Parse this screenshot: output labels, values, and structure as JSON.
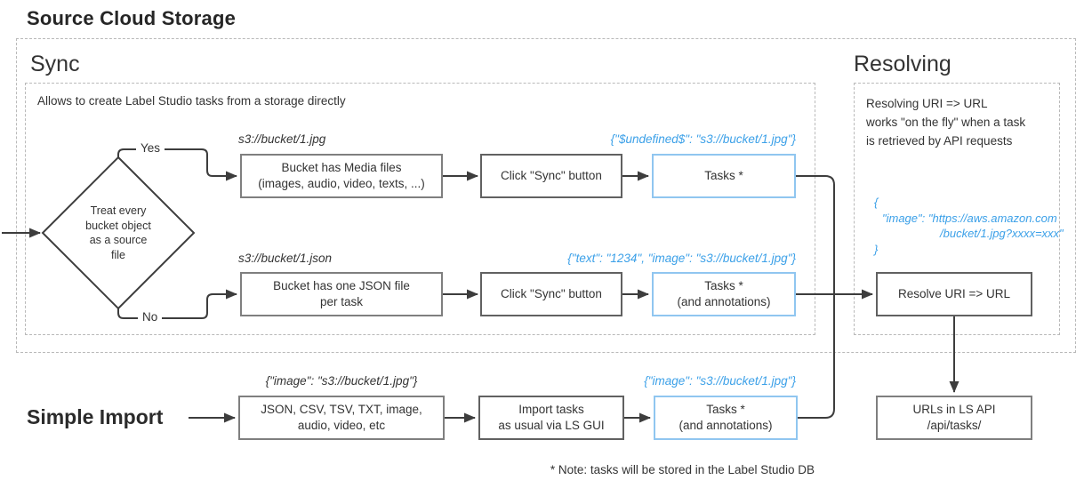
{
  "title": "Source Cloud Storage",
  "footnote": "* Note: tasks will be stored in the Label Studio DB",
  "colors": {
    "accent_blue_text": "#3ba0e8",
    "accent_blue_border": "#90c6f0",
    "box_border_gray": "#7f7f7f",
    "wire_dark": "#3d3d3d",
    "dashed_border": "#b9b9b9"
  },
  "sync": {
    "heading": "Sync",
    "description": "Allows to create Label Studio tasks from a storage directly",
    "decision": {
      "text": "Treat every\nbucket object\nas a source\nfile",
      "yes": "Yes",
      "no": "No"
    },
    "media_row": {
      "uri": "s3://bucket/1.jpg",
      "bucket_box": "Bucket has Media files\n(images, audio, video, texts, ...)",
      "sync_box": "Click \"Sync\" button",
      "tasks_box": "Tasks *",
      "json_preview": "{\"$undefined$\": \"s3://bucket/1.jpg\"}"
    },
    "json_row": {
      "uri": "s3://bucket/1.json",
      "bucket_box": "Bucket has one JSON file\nper task",
      "sync_box": "Click \"Sync\" button",
      "tasks_box": "Tasks *\n(and annotations)",
      "json_preview": "{\"text\": \"1234\", \"image\": \"s3://bucket/1.jpg\"}"
    }
  },
  "resolving": {
    "heading": "Resolving",
    "description": "Resolving URI => URL\nworks \"on the fly\" when a task\nis retrieved by API requests",
    "json": {
      "l1": "{",
      "l2": "\"image\": \"https://aws.amazon.com",
      "l3": "/bucket/1.jpg?xxxx=xxx\"",
      "l4": "}"
    },
    "resolve_box": "Resolve URI => URL",
    "urls_box": "URLs in LS API\n/api/tasks/"
  },
  "simple_import": {
    "heading": "Simple Import",
    "input_label": "{\"image\": \"s3://bucket/1.jpg\"}",
    "formats_box": "JSON, CSV, TSV, TXT, image,\naudio, video, etc",
    "import_box": "Import tasks\nas usual via LS GUI",
    "tasks_box": "Tasks *\n(and annotations)",
    "json_preview": "{\"image\": \"s3://bucket/1.jpg\"}"
  }
}
